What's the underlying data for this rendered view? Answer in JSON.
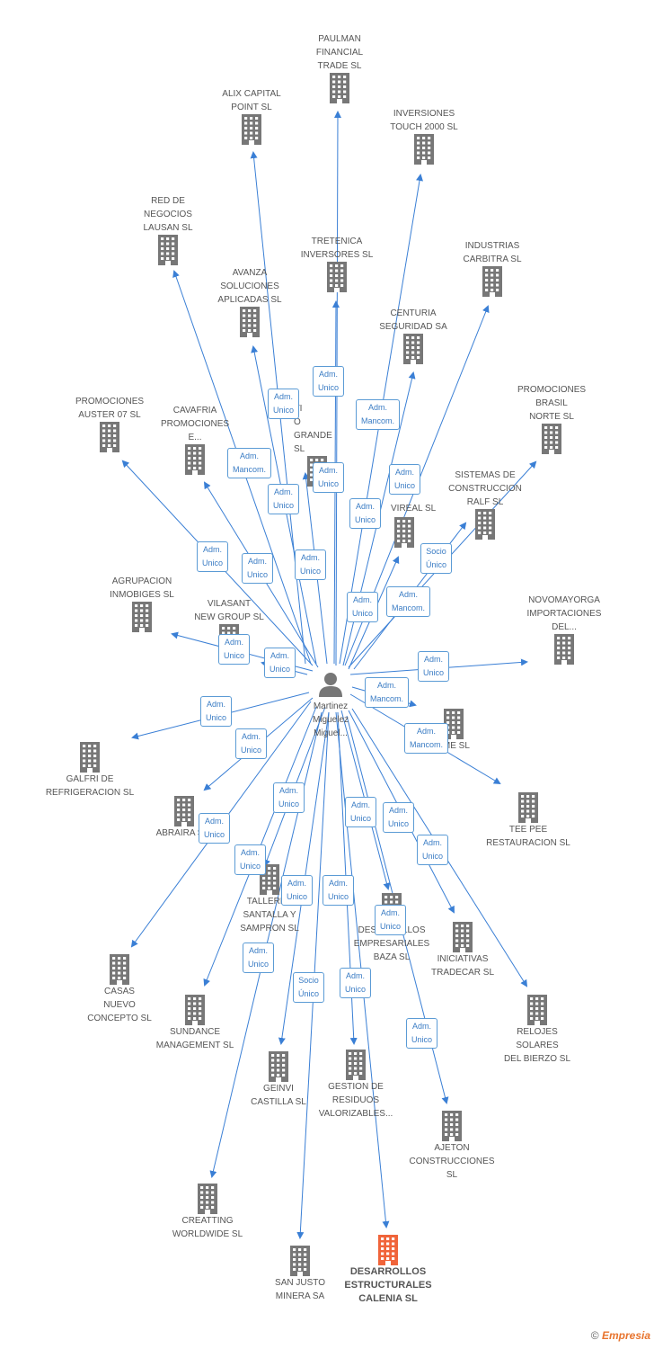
{
  "colors": {
    "edge": "#3a7fd5",
    "building": "#777777",
    "highlight": "#f0643a",
    "badge_border": "#5b9bd5"
  },
  "center_person": {
    "name": "Martinez\nMiguelez\nMiguel...",
    "icon": "person-icon"
  },
  "companies": [
    {
      "id": "paulman",
      "label": "PAULMAN\nFINANCIAL\nTRADE SL"
    },
    {
      "id": "alix",
      "label": "ALIX CAPITAL\nPOINT SL"
    },
    {
      "id": "inversiones-touch",
      "label": "INVERSIONES\nTOUCH 2000 SL"
    },
    {
      "id": "red-negocios",
      "label": "RED DE\nNEGOCIOS\nLAUSAN SL"
    },
    {
      "id": "tretenica",
      "label": "TRETENICA\nINVERSORES SL"
    },
    {
      "id": "industrias-carbitra",
      "label": "INDUSTRIAS\nCARBITRA  SL"
    },
    {
      "id": "avanza",
      "label": "AVANZA\nSOLUCIONES\nAPLICADAS SL"
    },
    {
      "id": "centuria",
      "label": "CENTURIA\nSEGURIDAD SA"
    },
    {
      "id": "promociones-auster",
      "label": "PROMOCIONES\nAUSTER 07 SL"
    },
    {
      "id": "cavafria",
      "label": "CAVAFRIA\nPROMOCIONES\nE..."
    },
    {
      "id": "grande",
      "label": "VI\nO\nGRANDE SL"
    },
    {
      "id": "promociones-brasil",
      "label": "PROMOCIONES\nBRASIL\nNORTE SL"
    },
    {
      "id": "sistemas-construccion",
      "label": "SISTEMAS DE\nCONSTRUCCION\nRALF SL"
    },
    {
      "id": "vireal",
      "label": "VIREAL SL"
    },
    {
      "id": "agrupacion",
      "label": "AGRUPACION\nINMOBIGES SL"
    },
    {
      "id": "vilasant",
      "label": "VILASANT\nNEW GROUP SL"
    },
    {
      "id": "novomayorga",
      "label": "NOVOMAYORGA\nIMPORTACIONES\nDEL..."
    },
    {
      "id": "time",
      "label": "TIME SL"
    },
    {
      "id": "galfri",
      "label": "GALFRI DE\nREFRIGERACION SL"
    },
    {
      "id": "abraira",
      "label": "ABRAIRA S"
    },
    {
      "id": "tee-pee",
      "label": "TEE PEE\nRESTAURACION SL"
    },
    {
      "id": "talleres",
      "label": "TALLERES\nSANTALLA Y\nSAMPRON SL"
    },
    {
      "id": "desarrollos-baza",
      "label": "DESARROLLOS\nEMPRESARIALES\nBAZA  SL"
    },
    {
      "id": "iniciativas",
      "label": "INICIATIVAS\nTRADECAR  SL"
    },
    {
      "id": "casas-nuevo",
      "label": "CASAS\nNUEVO\nCONCEPTO SL"
    },
    {
      "id": "sundance",
      "label": "SUNDANCE\nMANAGEMENT SL"
    },
    {
      "id": "relojes",
      "label": "RELOJES\nSOLARES\nDEL BIERZO  SL"
    },
    {
      "id": "geinvi",
      "label": "GEINVI\nCASTILLA SL"
    },
    {
      "id": "gestion-residuos",
      "label": "GESTION DE\nRESIDUOS\nVALORIZABLES..."
    },
    {
      "id": "ajeton",
      "label": "AJETON\nCONSTRUCCIONES\nSL"
    },
    {
      "id": "creatting",
      "label": "CREATTING\nWORLDWIDE SL"
    },
    {
      "id": "san-justo",
      "label": "SAN JUSTO\nMINERA SA"
    },
    {
      "id": "desarrollos-calenia",
      "label": "DESARROLLOS\nESTRUCTURALES\nCALENIA SL"
    }
  ],
  "relations": [
    "Adm.\nUnico",
    "Adm.\nUnico",
    "Adm.\nMancom.",
    "Adm.\nMancom.",
    "Adm.\nUnico",
    "Adm.\nUnico",
    "Adm.\nUnico",
    "Adm.\nUnico",
    "Adm.\nUnico",
    "Socio\nÚnico",
    "Adm.\nUnico",
    "Adm.\nUnico",
    "Adm.\nUnico",
    "Adm.\nMancom.",
    "Adm.\nUnico",
    "Adm.\nUnico",
    "Adm.\nUnico",
    "Adm.\nMancom.",
    "Adm.\nUnico",
    "Adm.\nMancom.",
    "Adm.\nUnico",
    "Adm.\nUnico",
    "Adm.\nUnico",
    "Adm.\nUnico",
    "Adm.\nUnico",
    "Adm.\nUnico",
    "Adm.\nUnico",
    "Adm.\nUnico",
    "Adm.\nUnico",
    "Adm.\nUnico",
    "Adm.\nUnico",
    "Socio\nÚnico",
    "Adm.\nUnico",
    "Adm.\nUnico"
  ],
  "footer": {
    "copyright": "©",
    "brand": "Empresia"
  }
}
